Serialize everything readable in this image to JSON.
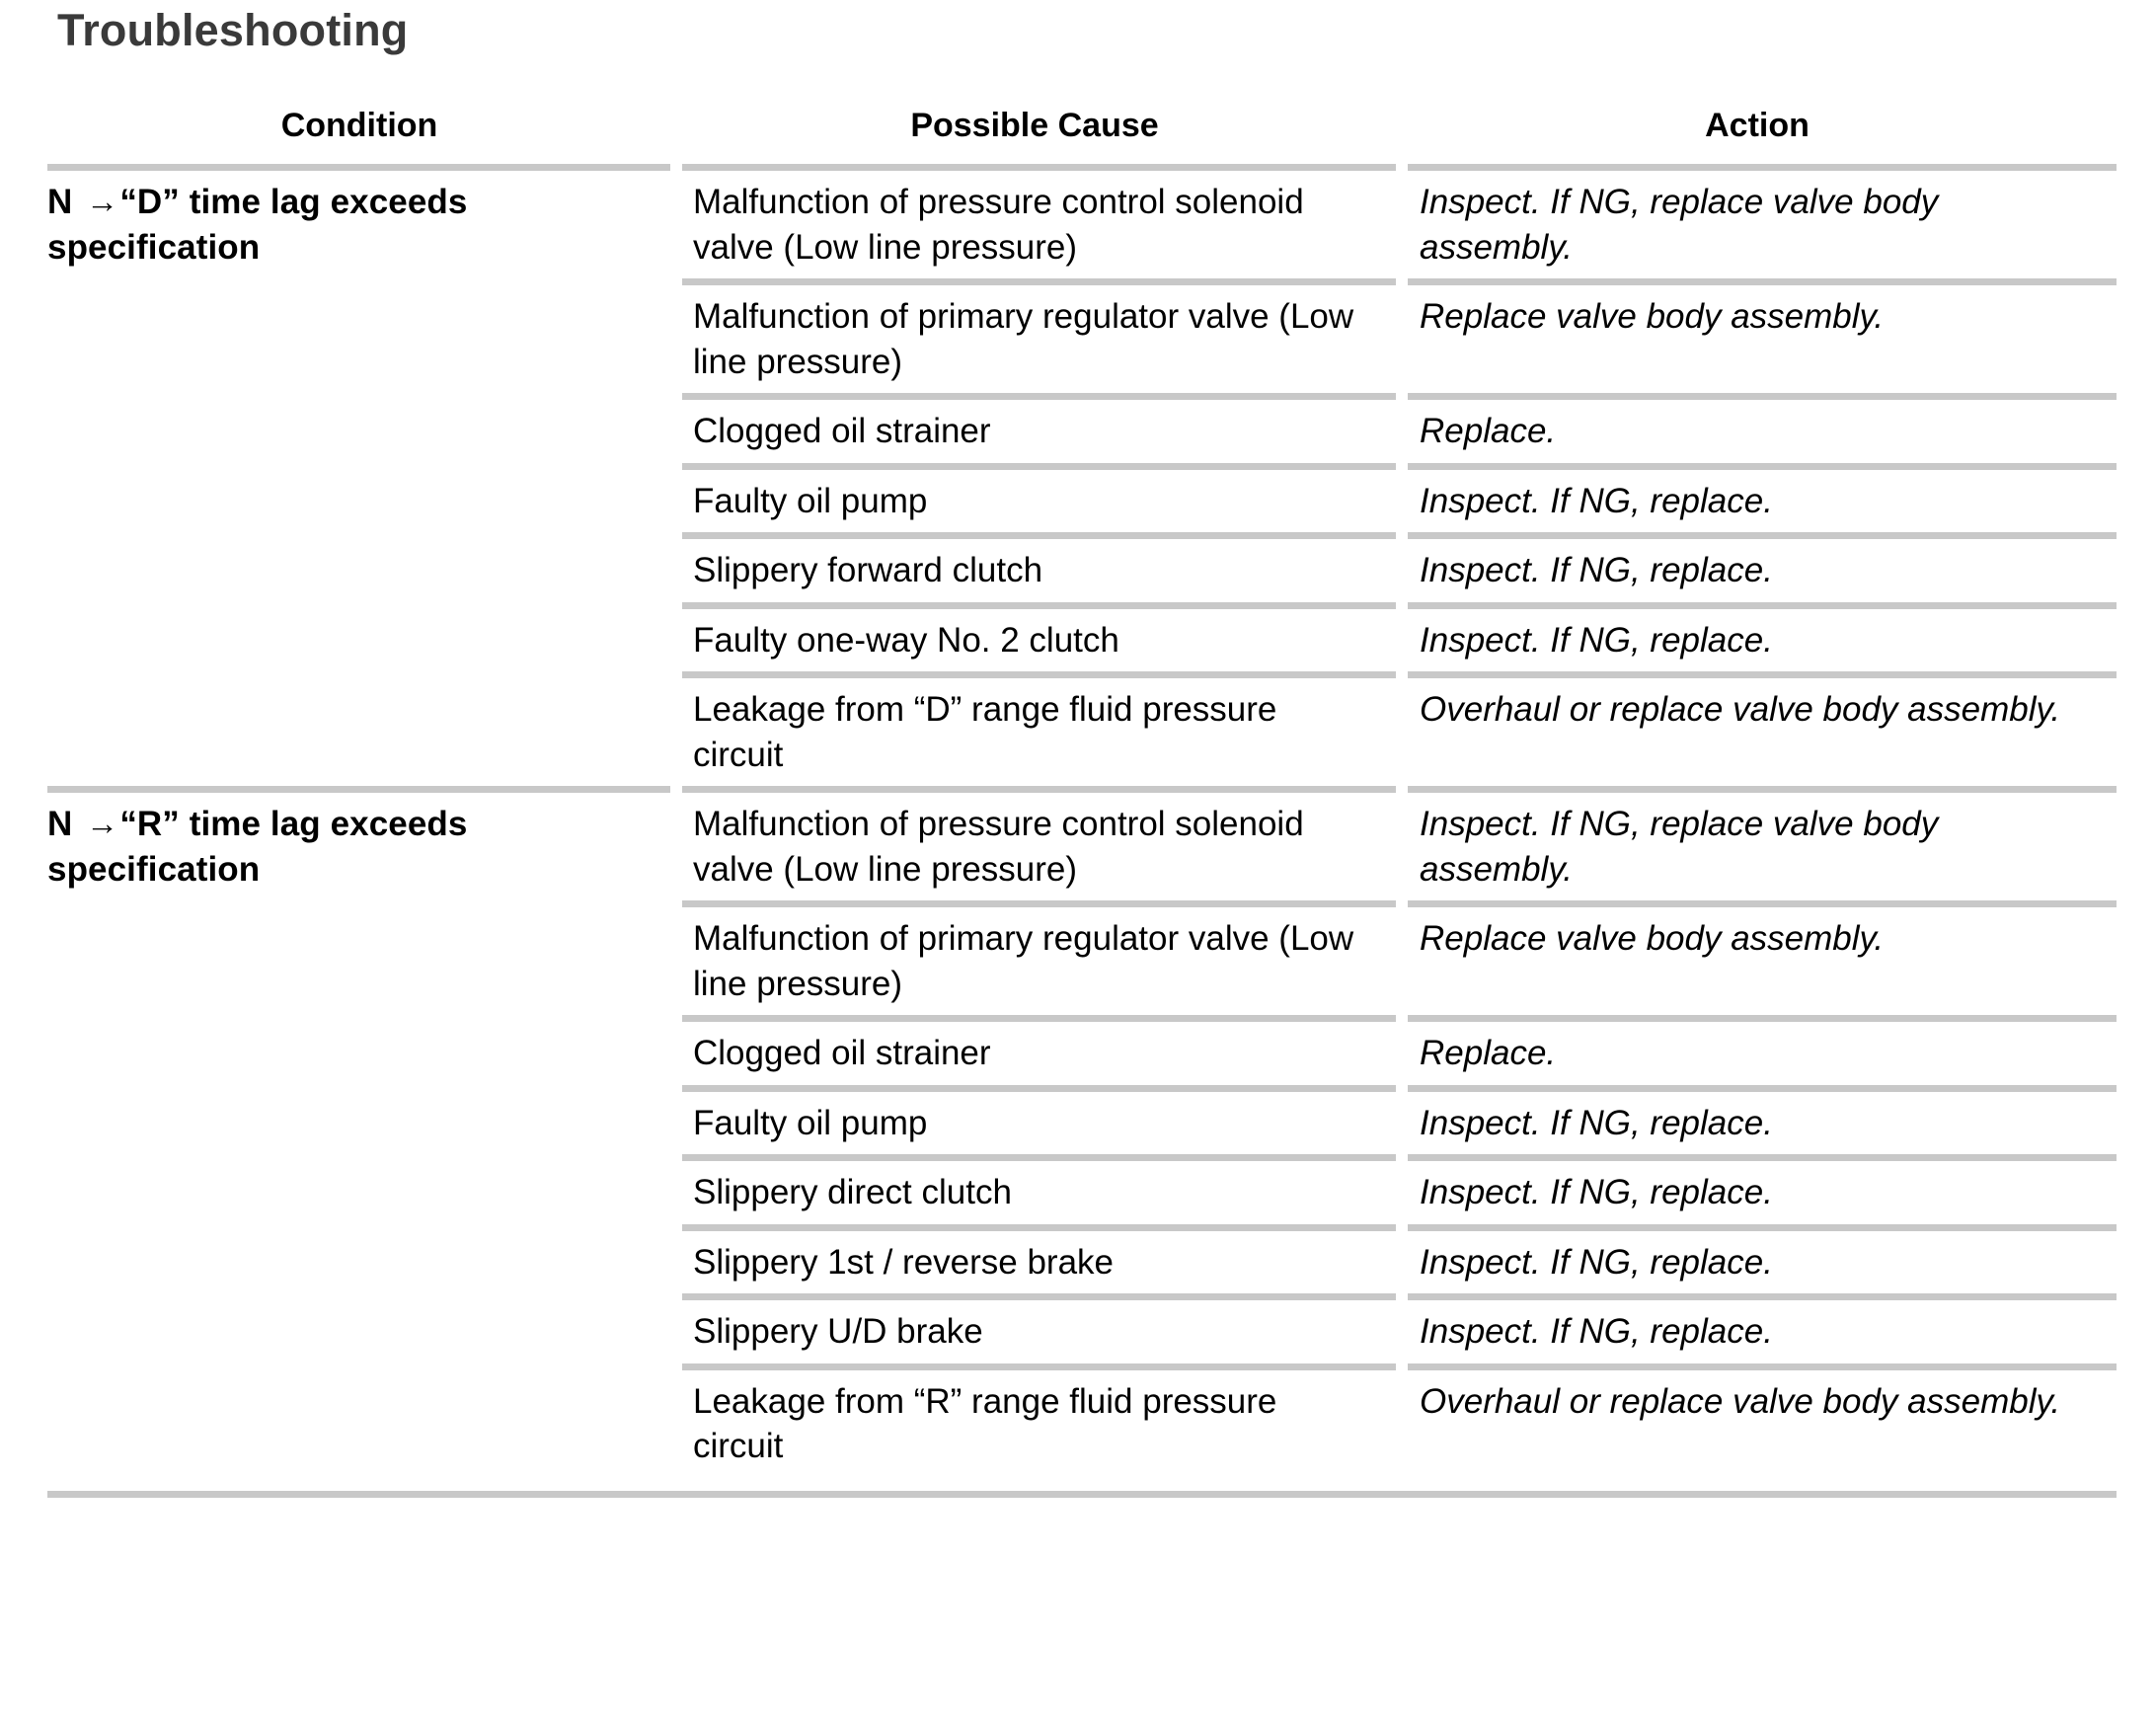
{
  "document": {
    "title": "Troubleshooting"
  },
  "table": {
    "headers": {
      "condition": "Condition",
      "possible_cause": "Possible Cause",
      "action": "Action"
    },
    "sections": [
      {
        "condition_prefix": "N",
        "condition_arrow": "→",
        "condition_rest": "“D” time lag exceeds specification",
        "rows": [
          {
            "cause": "Malfunction of pressure control solenoid valve (Low line pressure)",
            "action": "Inspect. If NG, replace valve body assembly."
          },
          {
            "cause": "Malfunction of primary regulator valve (Low line pressure)",
            "action": "Replace valve body assembly."
          },
          {
            "cause": "Clogged oil strainer",
            "action": "Replace."
          },
          {
            "cause": "Faulty oil pump",
            "action": "Inspect. If NG, replace."
          },
          {
            "cause": "Slippery forward clutch",
            "action": "Inspect. If NG, replace."
          },
          {
            "cause": "Faulty one-way No. 2 clutch",
            "action": "Inspect. If NG, replace."
          },
          {
            "cause": "Leakage from “D” range fluid pressure circuit",
            "action": "Overhaul or replace valve body assembly."
          }
        ]
      },
      {
        "condition_prefix": "N",
        "condition_arrow": "→",
        "condition_rest": "“R” time lag exceeds specification",
        "rows": [
          {
            "cause": "Malfunction of pressure control solenoid valve (Low line pressure)",
            "action": "Inspect. If NG, replace valve body assembly."
          },
          {
            "cause": "Malfunction of primary regulator valve (Low line pressure)",
            "action": "Replace valve body assembly."
          },
          {
            "cause": "Clogged oil strainer",
            "action": "Replace."
          },
          {
            "cause": "Faulty oil pump",
            "action": "Inspect. If NG, replace."
          },
          {
            "cause": "Slippery direct clutch",
            "action": "Inspect. If NG, replace."
          },
          {
            "cause": "Slippery 1st / reverse brake",
            "action": "Inspect. If NG, replace."
          },
          {
            "cause": "Slippery U/D brake",
            "action": "Inspect. If NG, replace."
          },
          {
            "cause": "Leakage from “R” range fluid pressure circuit",
            "action": "Overhaul or replace valve body assembly."
          }
        ]
      }
    ]
  },
  "colors": {
    "title": "#3a3a3a",
    "rule": "#c8c8c8",
    "text": "#000000",
    "background": "#ffffff"
  }
}
